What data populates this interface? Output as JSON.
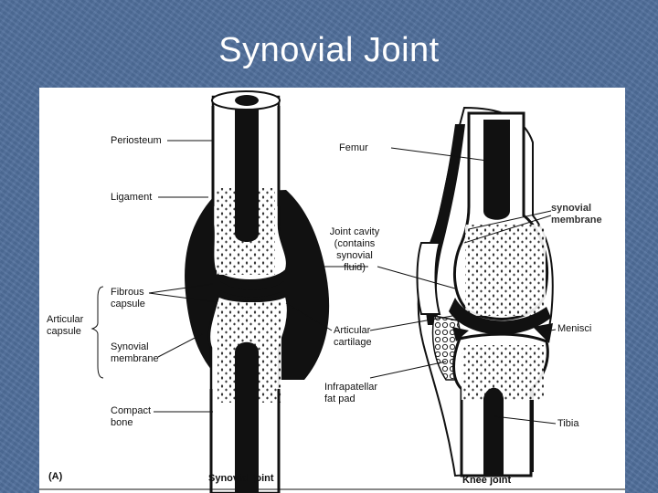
{
  "slide": {
    "title": "Synovial Joint"
  },
  "figure": {
    "panel_letter": "(A)",
    "left_caption": "Synovial joint",
    "right_caption": "Knee joint",
    "left_labels": {
      "periosteum": "Periosteum",
      "ligament": "Ligament",
      "fibrous_capsule": [
        "Fibrous",
        "capsule"
      ],
      "articular_capsule": [
        "Articular",
        "capsule"
      ],
      "synovial_membrane": [
        "Synovial",
        "membrane"
      ],
      "compact_bone": [
        "Compact",
        "bone"
      ]
    },
    "center_labels": {
      "joint_cavity": [
        "Joint cavity",
        "(contains",
        "synovial",
        "fluid)"
      ],
      "articular_cartilage": [
        "Articular",
        "cartilage"
      ],
      "infrapatellar_fat_pad": [
        "Infrapatellar",
        "fat pad"
      ]
    },
    "right_labels": {
      "femur": "Femur",
      "synovial_membrane": [
        "synovial",
        "membrane"
      ],
      "menisci": "Menisci",
      "tibia": "Tibia"
    }
  }
}
